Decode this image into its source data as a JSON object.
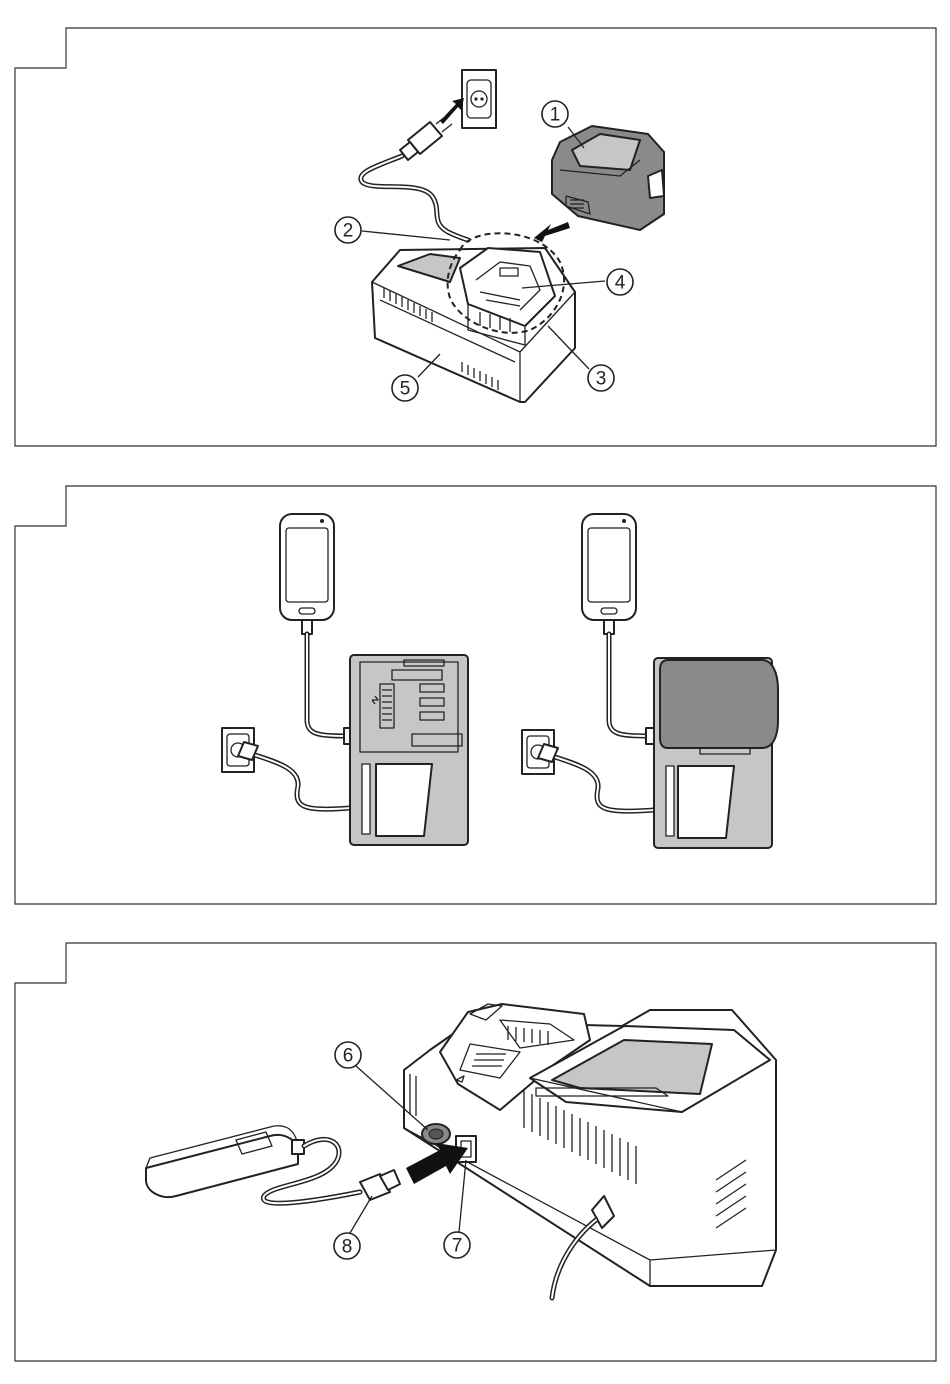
{
  "callouts": {
    "c1": "1",
    "c2": "2",
    "c3": "3",
    "c4": "4",
    "c5": "5",
    "c6": "6",
    "c7": "7",
    "c8": "8"
  },
  "colors": {
    "line": "#222222",
    "panel_fill": "#c6c6c6",
    "battery_fill": "#8a8a8a",
    "background": "#ffffff"
  }
}
